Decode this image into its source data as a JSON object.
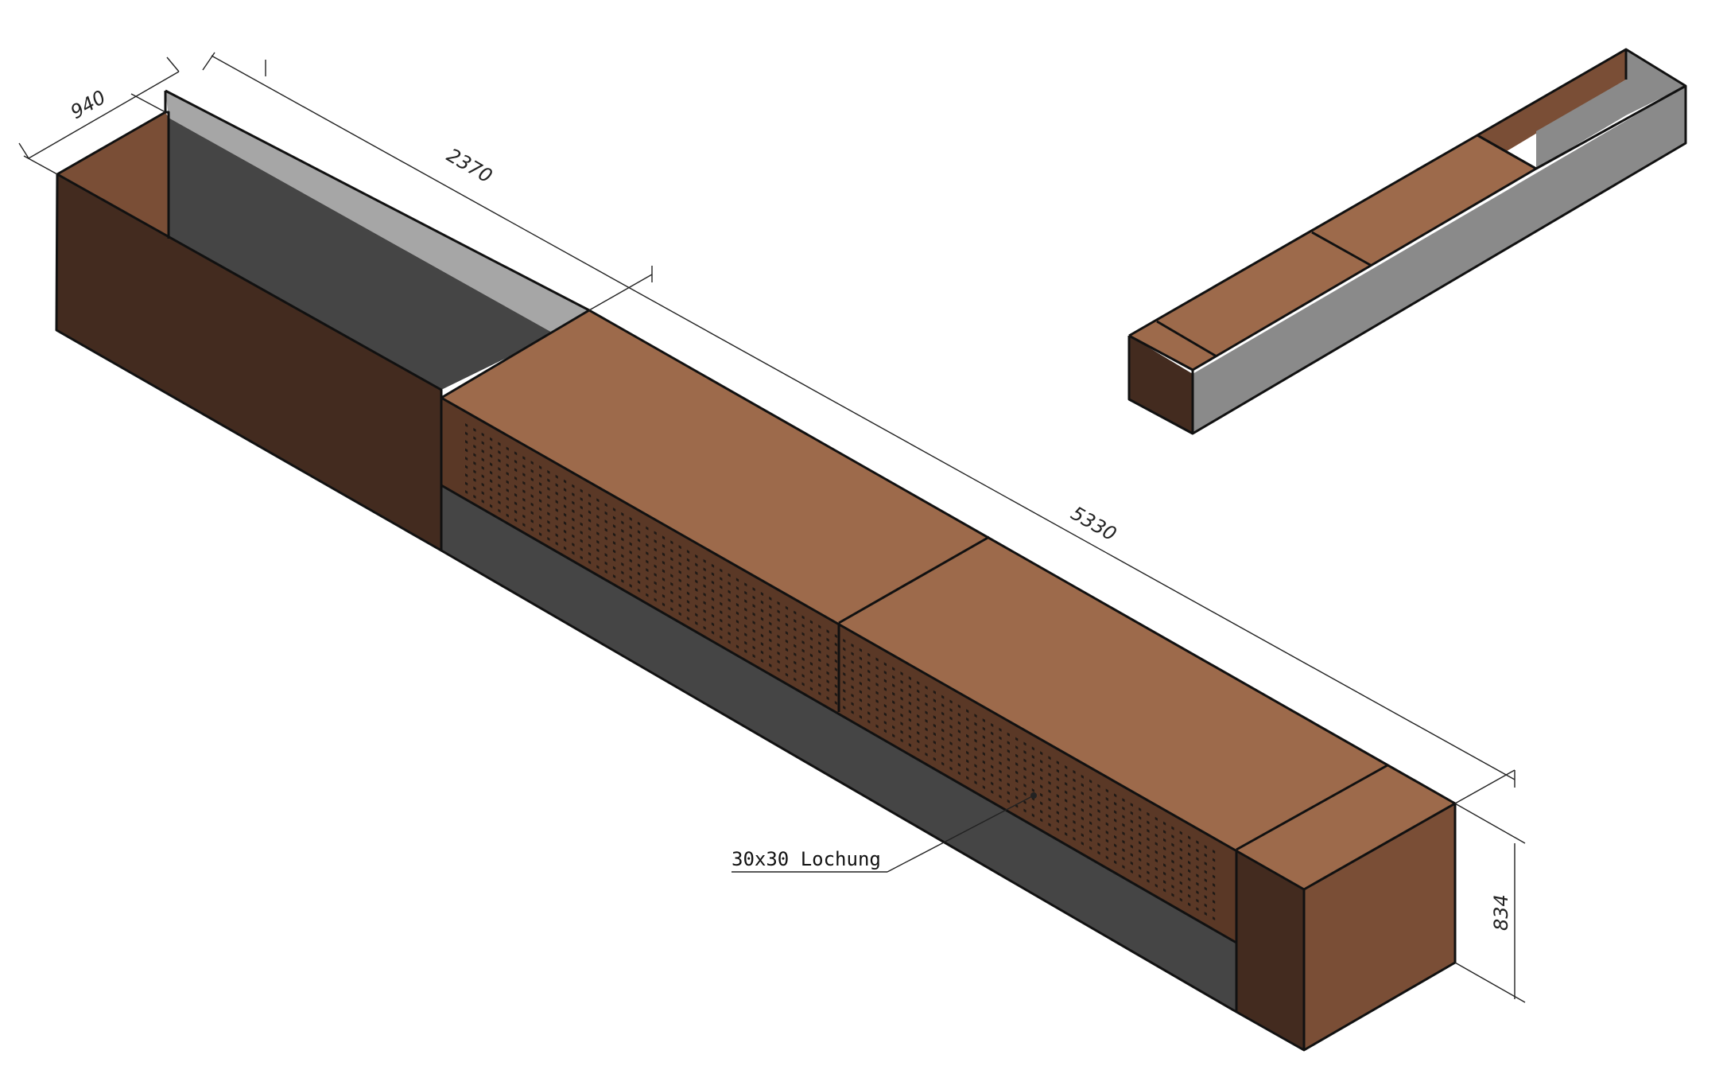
{
  "drawing": {
    "colors": {
      "corten_top": "#9d6a4b",
      "corten_side": "#7a4e36",
      "corten_front": "#432b1f",
      "steel_dark": "#454545",
      "steel_light": "#a6a6a6",
      "steel_mid": "#8a8a8a",
      "outline": "#111111"
    },
    "dimensions": {
      "width": "940",
      "open_section_length": "2370",
      "covered_section_length": "5330",
      "height": "834"
    },
    "callout": {
      "perforation": "30x30 Lochung"
    },
    "icons": [
      "main-planter-bench-isometric",
      "overview-planter-bench-thumbnail"
    ]
  }
}
